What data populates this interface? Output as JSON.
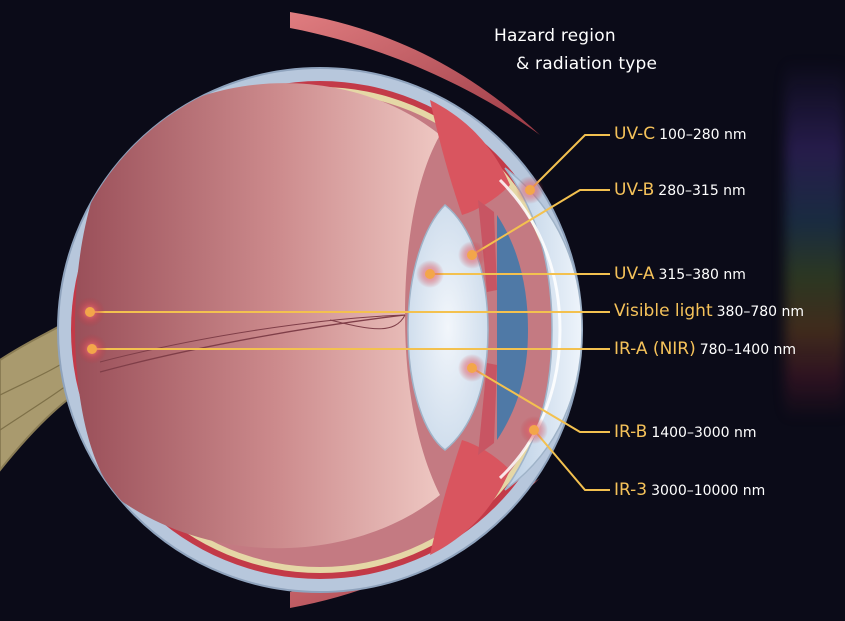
{
  "header": {
    "line1": "Hazard region",
    "line2": "& radiation type"
  },
  "bands": [
    {
      "name": "UV-C",
      "range": "100–280 nm"
    },
    {
      "name": "UV-B",
      "range": "280–315 nm"
    },
    {
      "name": "UV-A",
      "range": "315–380 nm"
    },
    {
      "name": "Visible light",
      "range": "380–780 nm"
    },
    {
      "name": "IR-A (NIR)",
      "range": "780–1400 nm"
    },
    {
      "name": "IR-B",
      "range": "1400–3000 nm"
    },
    {
      "name": "IR-3",
      "range": "3000–10000 nm"
    }
  ],
  "colors": {
    "background": "#0b0b18",
    "label_accent": "#f5c25a",
    "leader_line": "#f3c14f",
    "hazard_dot": "#f3a64a"
  }
}
